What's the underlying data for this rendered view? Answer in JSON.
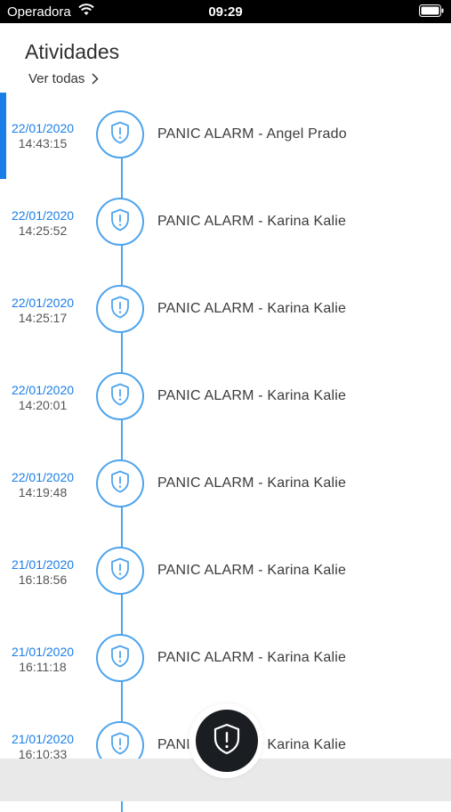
{
  "status_bar": {
    "carrier": "Operadora",
    "time": "09:29"
  },
  "header": {
    "title": "Atividades",
    "see_all_label": "Ver todas"
  },
  "activities": [
    {
      "date": "22/01/2020",
      "time": "14:43:15",
      "text": "PANIC ALARM  - Angel Prado",
      "active": true
    },
    {
      "date": "22/01/2020",
      "time": "14:25:52",
      "text": "PANIC ALARM  - Karina Kalie"
    },
    {
      "date": "22/01/2020",
      "time": "14:25:17",
      "text": "PANIC ALARM  - Karina Kalie"
    },
    {
      "date": "22/01/2020",
      "time": "14:20:01",
      "text": "PANIC ALARM  - Karina Kalie"
    },
    {
      "date": "22/01/2020",
      "time": "14:19:48",
      "text": "PANIC ALARM  - Karina Kalie"
    },
    {
      "date": "21/01/2020",
      "time": "16:18:56",
      "text": "PANIC ALARM  - Karina Kalie"
    },
    {
      "date": "21/01/2020",
      "time": "16:11:18",
      "text": "PANIC ALARM  - Karina Kalie"
    },
    {
      "date": "21/01/2020",
      "time": "16:10:33",
      "text": "PANIC ALARM  - Karina Kalie"
    }
  ],
  "icons": {
    "activity_icon": "shield-alert-icon",
    "fab_icon": "shield-alert-icon",
    "see_all_icon": "chevron-right-icon"
  },
  "colors": {
    "accent": "#1a7ee8",
    "timeline": "#4ea4ec",
    "fab": "#1a1d22"
  }
}
